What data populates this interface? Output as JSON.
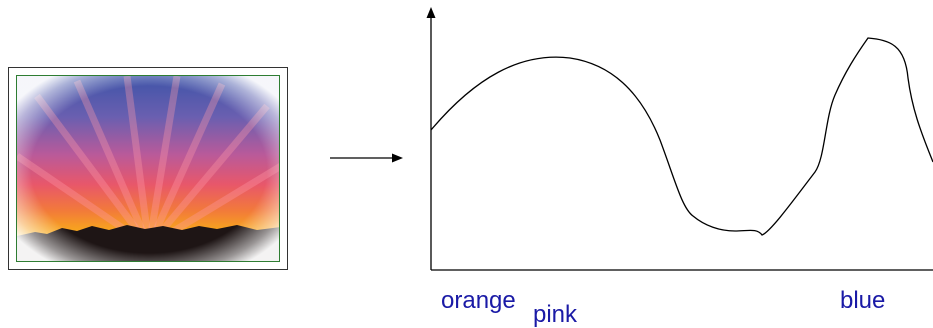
{
  "labels": {
    "left": "orange",
    "subscript": "pink",
    "right": "blue"
  },
  "colors": {
    "label": "#1a1aa6",
    "curve": "#000000",
    "axis": "#000000",
    "frame_border": "#333333",
    "photo_border": "#2e7d32"
  },
  "photo": {
    "subject": "sunset-sky-photo"
  }
}
